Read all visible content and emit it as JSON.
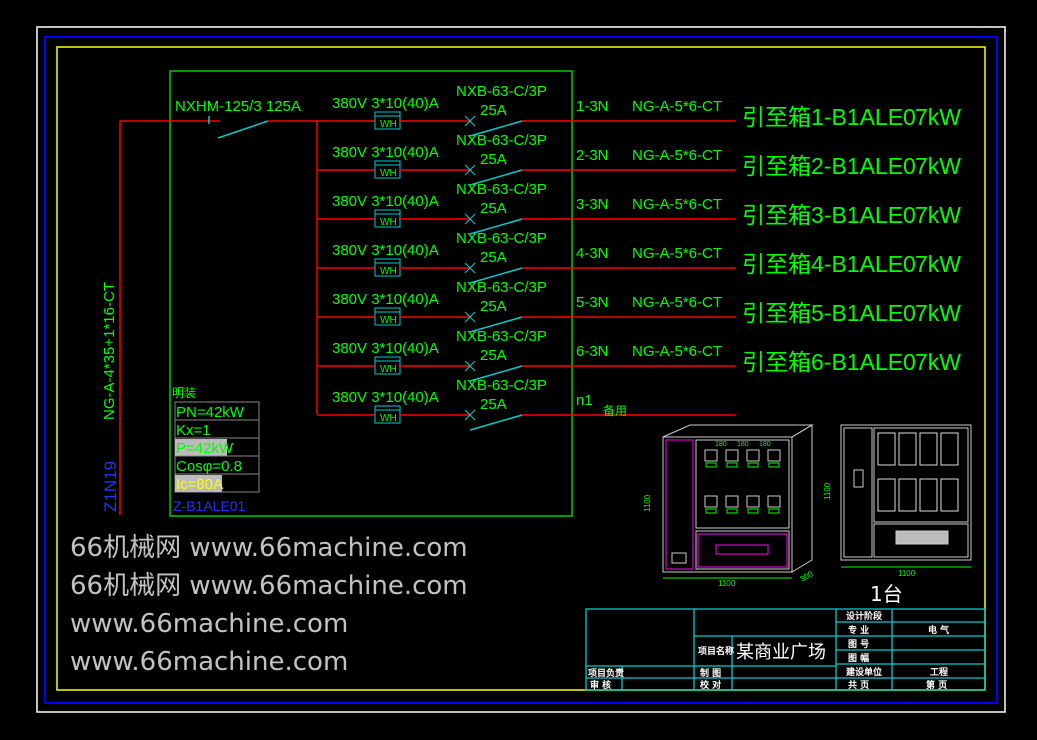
{
  "main_feeder": {
    "breaker": "NXHM-125/3 125A",
    "cable": "NG-A-4*35+1*16-CT",
    "id": "Z1N19"
  },
  "rows": [
    {
      "meter": "380V 3*10(40)A",
      "wh": "WH",
      "breaker": "NXB-63-C/3P",
      "rating": "25A",
      "circuit": "1-3N",
      "cable": "NG-A-5*6-CT",
      "dest": "引至箱1-B1ALE0",
      "power": "7kW"
    },
    {
      "meter": "380V 3*10(40)A",
      "wh": "WH",
      "breaker": "NXB-63-C/3P",
      "rating": "25A",
      "circuit": "2-3N",
      "cable": "NG-A-5*6-CT",
      "dest": "引至箱2-B1ALE0",
      "power": "7kW"
    },
    {
      "meter": "380V 3*10(40)A",
      "wh": "WH",
      "breaker": "NXB-63-C/3P",
      "rating": "25A",
      "circuit": "3-3N",
      "cable": "NG-A-5*6-CT",
      "dest": "引至箱3-B1ALE0",
      "power": "7kW"
    },
    {
      "meter": "380V 3*10(40)A",
      "wh": "WH",
      "breaker": "NXB-63-C/3P",
      "rating": "25A",
      "circuit": "4-3N",
      "cable": "NG-A-5*6-CT",
      "dest": "引至箱4-B1ALE0",
      "power": "7kW"
    },
    {
      "meter": "380V 3*10(40)A",
      "wh": "WH",
      "breaker": "NXB-63-C/3P",
      "rating": "25A",
      "circuit": "5-3N",
      "cable": "NG-A-5*6-CT",
      "dest": "引至箱5-B1ALE0",
      "power": "7kW"
    },
    {
      "meter": "380V 3*10(40)A",
      "wh": "WH",
      "breaker": "NXB-63-C/3P",
      "rating": "25A",
      "circuit": "6-3N",
      "cable": "NG-A-5*6-CT",
      "dest": "引至箱6-B1ALE0",
      "power": "7kW"
    },
    {
      "meter": "380V 3*10(40)A",
      "wh": "WH",
      "breaker": "NXB-63-C/3P",
      "rating": "25A",
      "circuit": "n1",
      "cable": "",
      "dest": "备用",
      "power": ""
    }
  ],
  "panel": {
    "install": "明装",
    "params": [
      "PN=42kW",
      "Kx=1",
      "P=42kW",
      "Cosφ=0.8",
      "Ic=80A"
    ],
    "name": "Z-B1ALE01"
  },
  "cabinet": {
    "width_front": "1100",
    "height": "1100",
    "depth": "300",
    "width_back": "1100",
    "dims_top": [
      "180",
      "180",
      "180"
    ],
    "quantity": "1台"
  },
  "title_block": {
    "project_label": "项目名称",
    "project_name": "某商业广场",
    "design_stage_label": "设计阶段",
    "specialty_label": "专 业",
    "specialty_value": "电 气",
    "drawing_no_label": "图 号",
    "scale_label": "图 幅",
    "project_lead_label": "项目负责",
    "drawn_label": "制 图",
    "review_label": "审 核",
    "check_label": "校 对",
    "unit_label": "建设单位",
    "unit_value": "工程",
    "total_pages_label": "共 页",
    "page_label": "第 页"
  },
  "watermarks": [
    "66机械网 www.66machine.com",
    "66机械网 www.66machine.com",
    "www.66machine.com",
    "www.66machine.com"
  ],
  "colors": {
    "wire": "#ff0000",
    "text": "#00ff00",
    "switch": "#00cccc",
    "frame_blue": "#0000ff",
    "frame_yellow": "#ffff00"
  }
}
